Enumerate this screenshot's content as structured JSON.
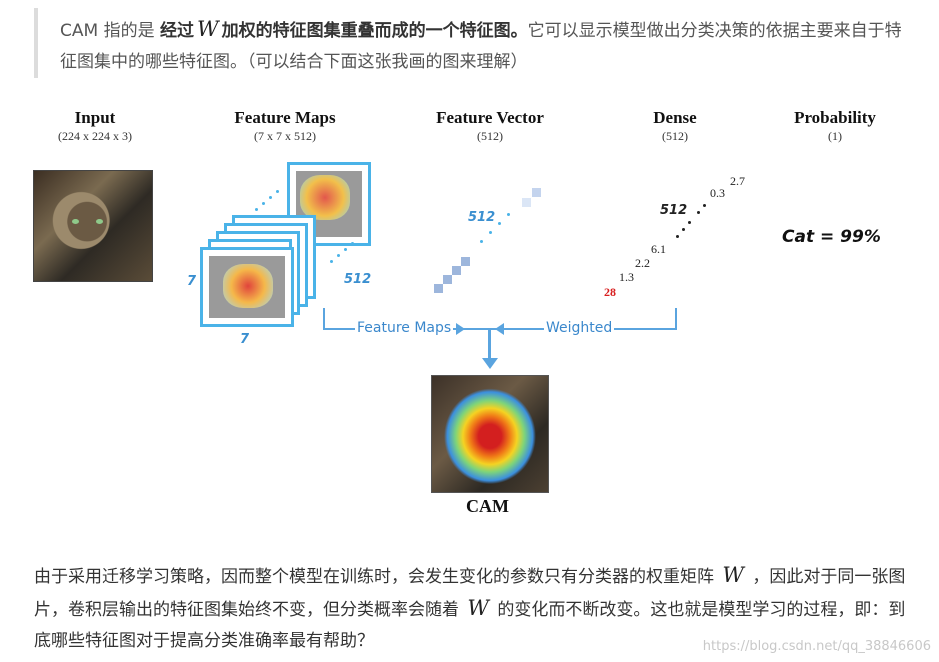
{
  "intro": {
    "prefix": "CAM 指的是 ",
    "bold_1": "经过",
    "symbol": "W",
    "bold_2": "加权的特征图集重叠而成的一个特征图。",
    "suffix": "它可以显示模型做出分类决策的依据主要来自于特征图集中的哪些特征图。（可以结合下面这张我画的图来理解）"
  },
  "figure": {
    "columns": [
      {
        "title": "Input",
        "sub": "(224 x 224 x 3)"
      },
      {
        "title": "Feature Maps",
        "sub": "(7 x 7 x 512)"
      },
      {
        "title": "Feature Vector",
        "sub": "(512)"
      },
      {
        "title": "Dense",
        "sub": "(512)"
      },
      {
        "title": "Probability",
        "sub": "(1)"
      }
    ],
    "fmap_dims": {
      "width": "7",
      "height": "7",
      "depth": "512"
    },
    "vector_label": "512",
    "dense_values": [
      "28",
      "1.3",
      "2.2",
      "6.1",
      "512",
      "0.3",
      "2.7"
    ],
    "probability": "Cat = 99%",
    "bracket_left_label": "Feature Maps",
    "bracket_right_label": "Weighted",
    "output_label": "CAM"
  },
  "body_text": {
    "p1": "由于采用迁移学习策略，因而整个模型在训练时，会发生变化的参数只有分类器的权重矩阵",
    "symbol": "W",
    "p2": "，因此对于同一张图片，卷积层输出的特征图集始终不变，但分类概率会随着",
    "p3": "的变化而不断改变。这也就是模型学习的过程，即：到底哪些特征图对于提高分类准确率最有帮助？"
  },
  "watermark": "https://blog.csdn.net/qq_38846606",
  "colors": {
    "accent_blue": "#4ab3e8",
    "label_blue": "#3b88cc",
    "red": "#d81e1e"
  }
}
